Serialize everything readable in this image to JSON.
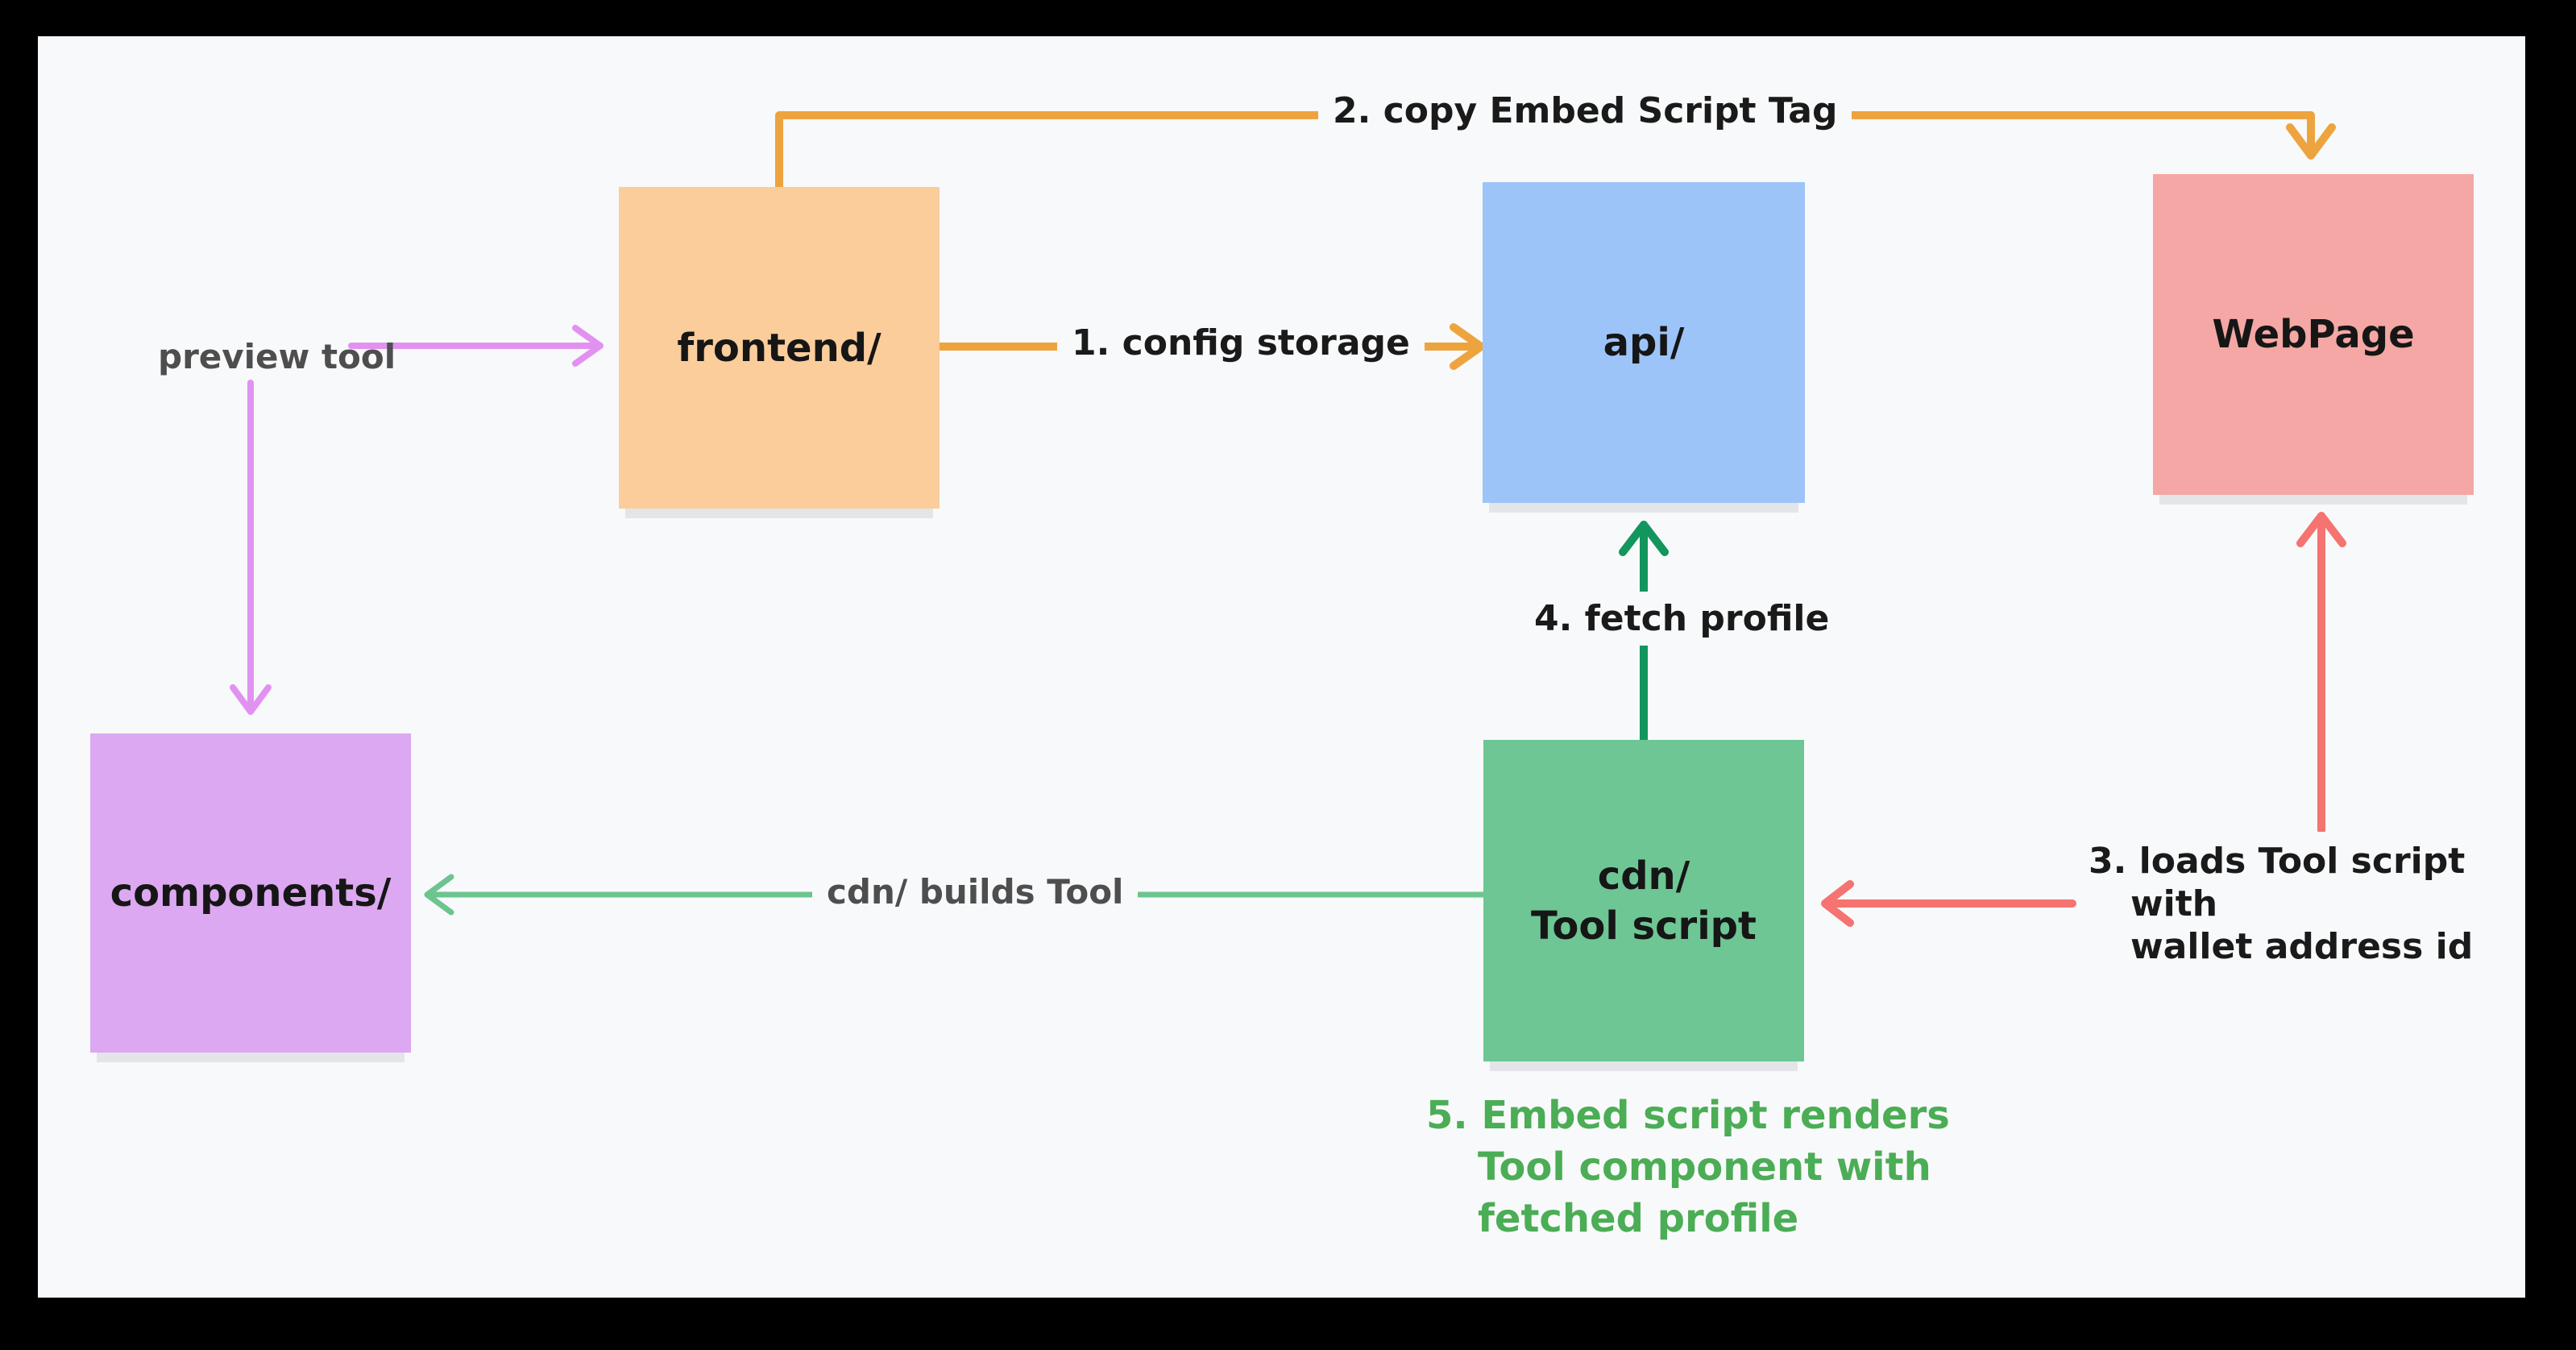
{
  "diagram": {
    "title_hint": "embed tool architecture flow",
    "canvas_background": "#F8F9FA"
  },
  "colors": {
    "frontend_fill": "#FACD9B",
    "api_fill": "#9DC4F8",
    "webpage_fill": "#F4A7A4",
    "components_fill": "#DCA8F2",
    "cdn_fill": "#6EC694",
    "arrow_orange": "#EDA43F",
    "arrow_violet": "#E192F1",
    "arrow_dark_green": "#12965D",
    "arrow_light_green": "#6CC58F",
    "arrow_red": "#F57370",
    "text_black": "#1A1A1A",
    "text_gray": "#4E4E4E",
    "text_green": "#4BAD55",
    "shadow": "#E4E5E8"
  },
  "nodes": {
    "frontend": {
      "label": "frontend/"
    },
    "api": {
      "label": "api/"
    },
    "webpage": {
      "label": "WebPage"
    },
    "components": {
      "label": "components/"
    },
    "cdn": {
      "line1": "cdn/",
      "line2": "Tool script"
    }
  },
  "labels": {
    "preview_tool": "preview tool",
    "copy_embed": "2. copy Embed Script Tag",
    "config_storage": "1. config storage",
    "fetch_profile": "4. fetch profile",
    "cdn_builds": "cdn/ builds Tool",
    "loads_tool": {
      "line1": "3. loads Tool script",
      "line2": "with",
      "line3": "wallet address id"
    },
    "note5": {
      "line1": "5. Embed script renders",
      "line2": "Tool component with",
      "line3": "fetched profile"
    }
  }
}
